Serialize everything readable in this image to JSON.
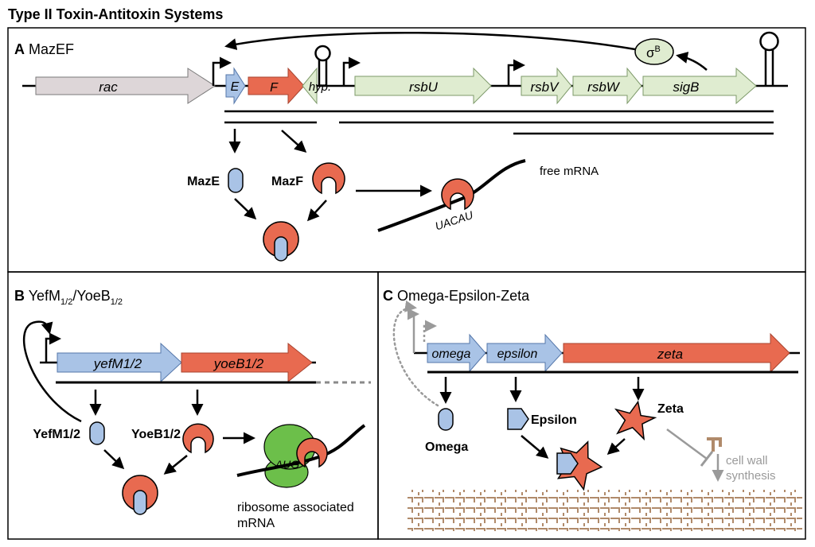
{
  "title": "Type II Toxin-Antitoxin Systems",
  "colors": {
    "antitoxin": "#a9c3e6",
    "toxin": "#e86a50",
    "sigb_operon": "#dfecd0",
    "rac": "#ddd6d8",
    "ribosome": "#6cbf4a",
    "cell_wall": "#b08a6a",
    "inhibition": "#9a9a9a"
  },
  "panelA": {
    "letter": "A",
    "name": "MazEF",
    "genes": {
      "rac": "rac",
      "E": "E",
      "F": "F",
      "hyp": "hyp.",
      "rsbU": "rsbU",
      "rsbV": "rsbV",
      "rsbW": "rsbW",
      "sigB": "sigB"
    },
    "sigma": "σ",
    "sigma_sup": "B",
    "proteins": {
      "mazE": "MazE",
      "mazF": "MazF"
    },
    "free_mrna": "free mRNA",
    "cleavage_seq": "UACAU"
  },
  "panelB": {
    "letter": "B",
    "name_parts": [
      "YefM",
      "1/2",
      "/YoeB",
      "1/2"
    ],
    "genes": {
      "yefM": "yefM1/2",
      "yoeB": "yoeB1/2"
    },
    "proteins": {
      "yefM": "YefM1/2",
      "yoeB": "YoeB1/2"
    },
    "codon": "AUG",
    "ribosome_label": [
      "ribosome associated",
      "mRNA"
    ]
  },
  "panelC": {
    "letter": "C",
    "name": "Omega-Epsilon-Zeta",
    "genes": {
      "omega": "omega",
      "epsilon": "epsilon",
      "zeta": "zeta"
    },
    "proteins": {
      "omega": "Omega",
      "epsilon": "Epsilon",
      "zeta": "Zeta"
    },
    "cell_wall": [
      "cell wall",
      "synthesis"
    ]
  }
}
